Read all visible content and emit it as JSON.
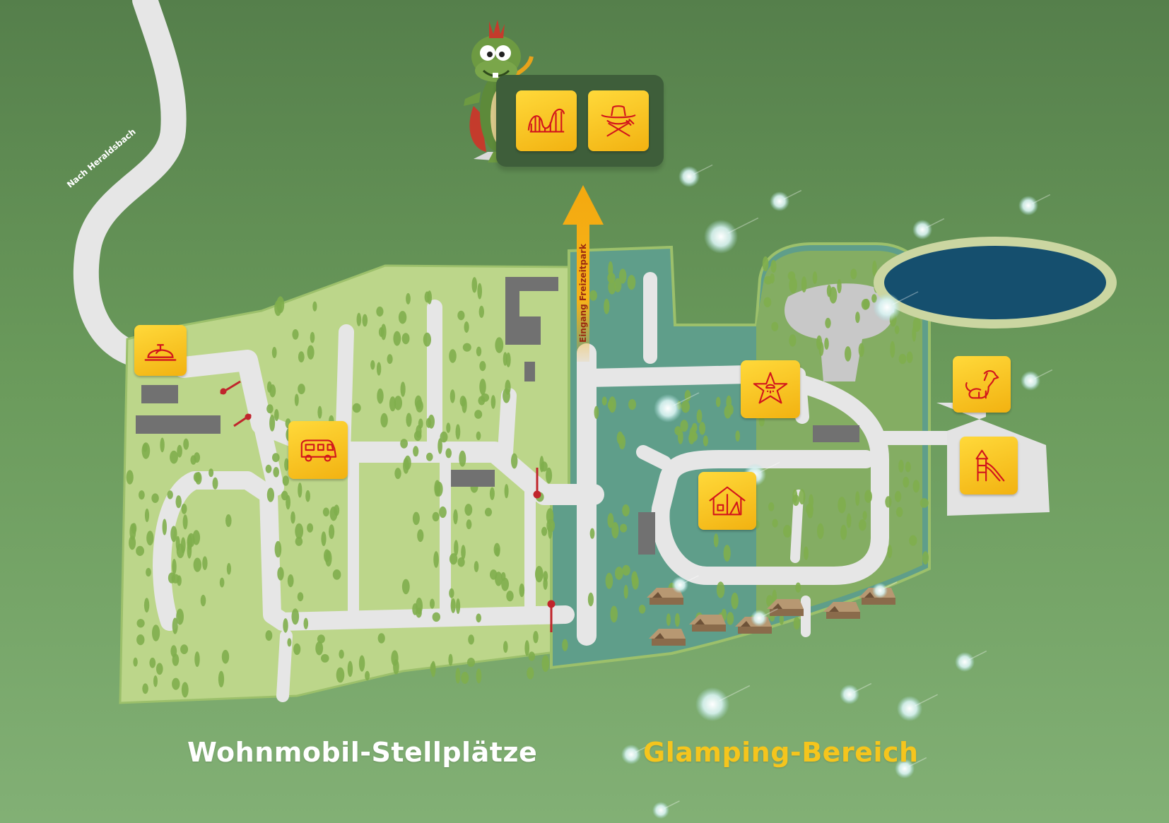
{
  "map": {
    "colors": {
      "road": "#e6e6e6",
      "camper_area": "#bcd68a",
      "glamping_area": "#5f9e8a",
      "loop_area": "#84ad63",
      "tree": "#7fae4d",
      "building": "#717171",
      "lake": "#154f6e",
      "icon_bg": "#f7c525",
      "icon_line": "#d2151c",
      "arrow": "#f6b31a",
      "label_white": "#ffffff",
      "label_yellow": "#f5c51d",
      "park_panel": "#3e5e3a"
    },
    "road_label": "Nach Heraldsbach",
    "arrow_label": "Eingang Freizeitpark",
    "area_labels": {
      "camper": "Wohnmobil-Stellplätze",
      "glamping": "Glamping-Bereich"
    }
  },
  "poi": {
    "park_icons": [
      {
        "icon": "rollercoaster-icon",
        "meaning": "Freizeitpark"
      },
      {
        "icon": "cowboy-restaurant-icon",
        "meaning": "Restaurant"
      }
    ],
    "map_icons": [
      {
        "icon": "reception-bell-icon",
        "meaning": "Rezeption"
      },
      {
        "icon": "camper-van-icon",
        "meaning": "Wohnmobil"
      },
      {
        "icon": "star-shower-icon",
        "meaning": "Sanitär"
      },
      {
        "icon": "dog-icon",
        "meaning": "Hundewiese"
      },
      {
        "icon": "playground-slide-icon",
        "meaning": "Spielplatz"
      },
      {
        "icon": "glamping-tent-icon",
        "meaning": "Glamping"
      }
    ]
  }
}
